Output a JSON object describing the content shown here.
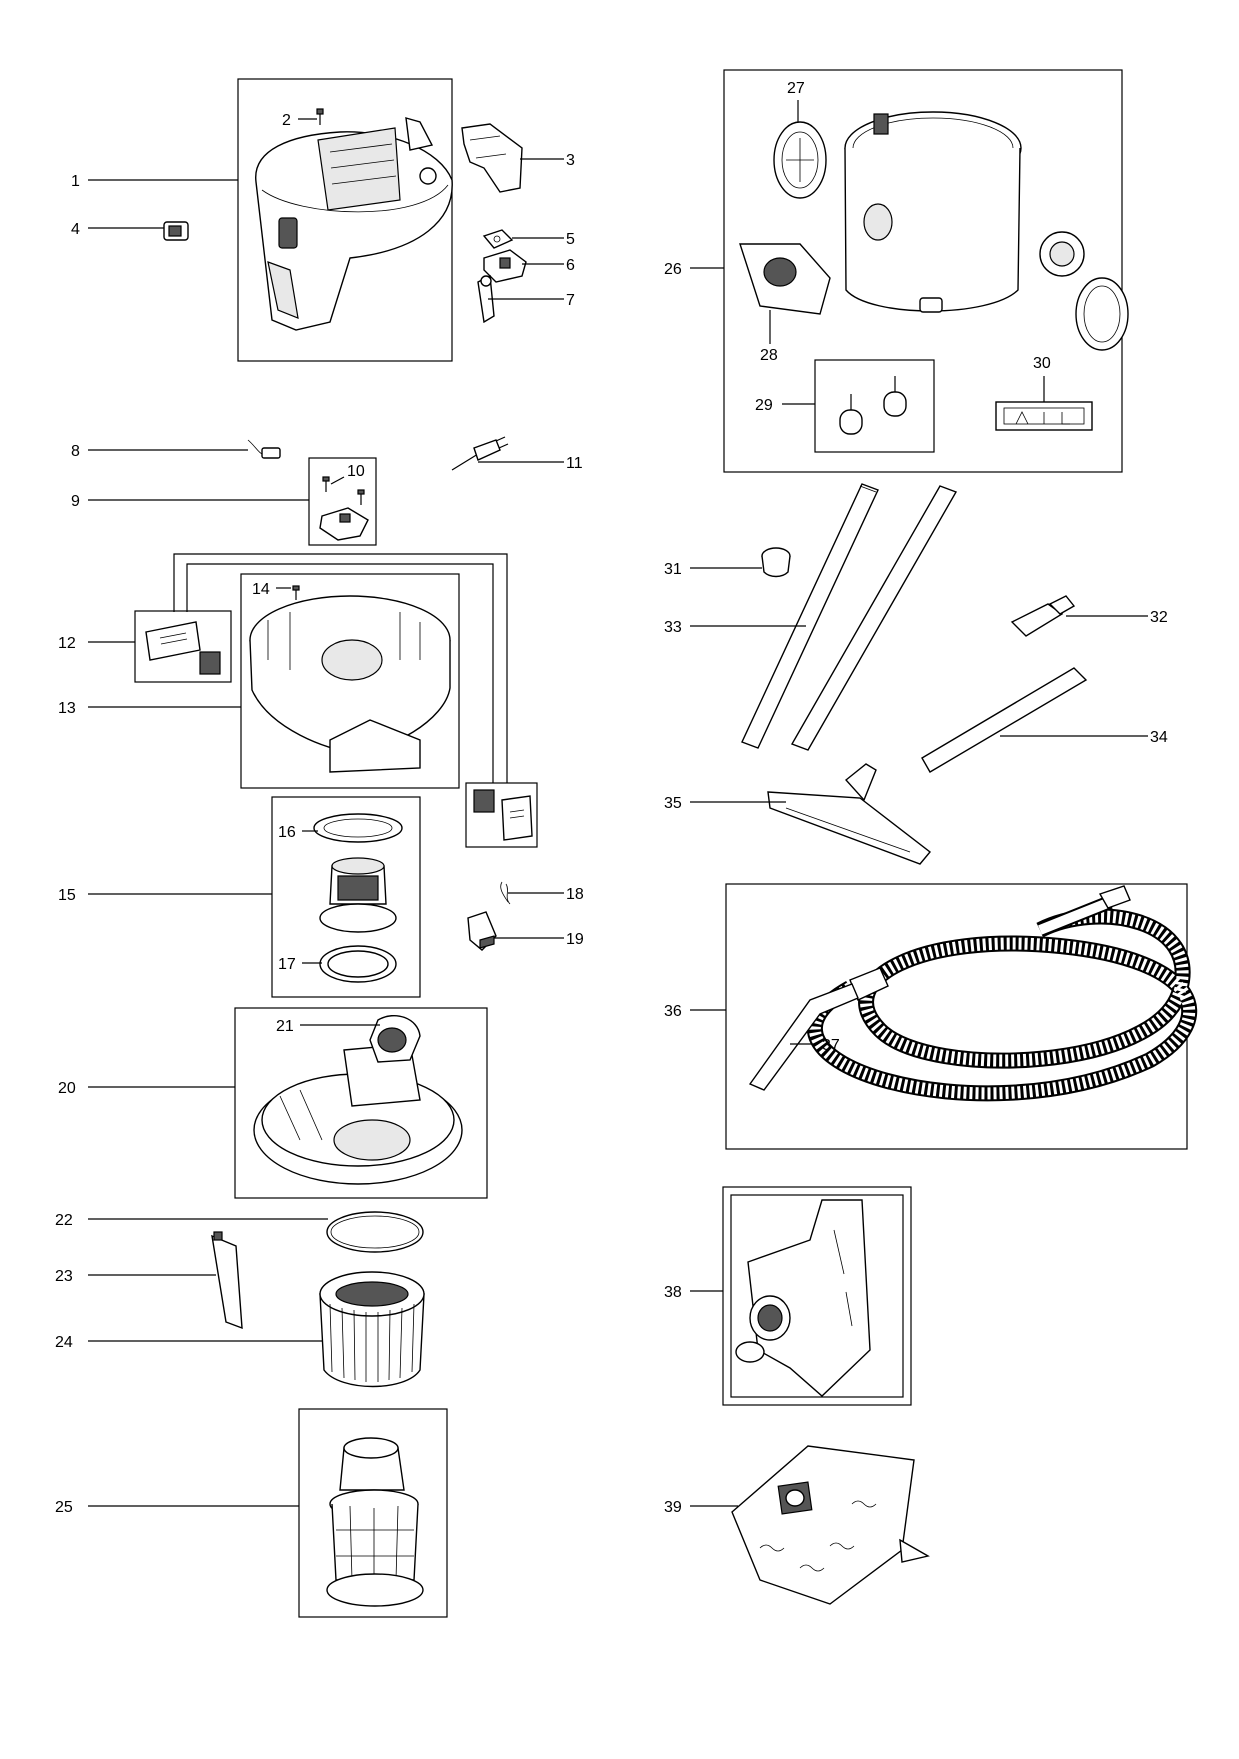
{
  "labels": {
    "n1": "1",
    "n2": "2",
    "n3": "3",
    "n4": "4",
    "n5": "5",
    "n6": "6",
    "n7": "7",
    "n8": "8",
    "n9": "9",
    "n10": "10",
    "n11": "11",
    "n12": "12",
    "n13": "13",
    "n14": "14",
    "n15": "15",
    "n16": "16",
    "n17": "17",
    "n18": "18",
    "n19": "19",
    "n20": "20",
    "n21": "21",
    "n22": "22",
    "n23": "23",
    "n24": "24",
    "n25": "25",
    "n26": "26",
    "n27": "27",
    "n28": "28",
    "n29": "29",
    "n30": "30",
    "n31": "31",
    "n32": "32",
    "n33": "33",
    "n34": "34",
    "n35": "35",
    "n36": "36",
    "n37": "37",
    "n38": "38",
    "n39": "39"
  }
}
